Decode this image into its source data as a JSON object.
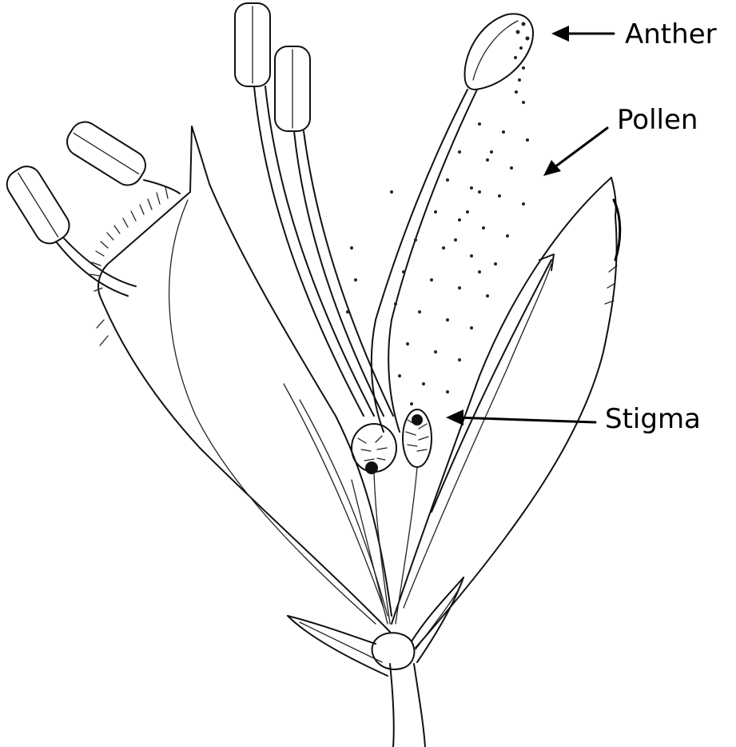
{
  "labels": {
    "anther": "Anther",
    "pollen": "Pollen",
    "stigma": "Stigma"
  },
  "colors": {
    "ink": "#111111",
    "background": "#ffffff"
  }
}
